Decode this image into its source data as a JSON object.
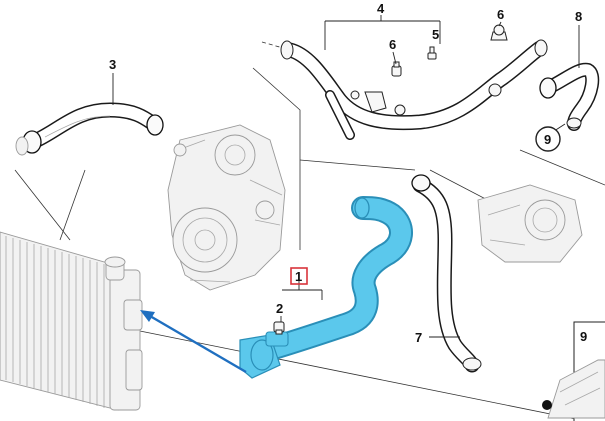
{
  "callouts": {
    "c1": "1",
    "c2": "2",
    "c3": "3",
    "c4": "4",
    "c5": "5",
    "c6a": "6",
    "c6b": "6",
    "c7": "7",
    "c8": "8",
    "c9a": "9",
    "c9b": "9"
  },
  "colors": {
    "highlight_fill": "#5bc8ec",
    "highlight_outline": "#2a8fb8",
    "arrow": "#1f6fc0",
    "callout_box_1": "#d9343b",
    "line": "#222222"
  }
}
